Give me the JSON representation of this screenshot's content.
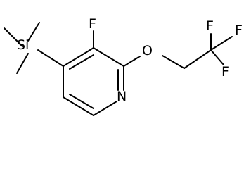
{
  "molecule": {
    "atoms": {
      "ring_fluorine": "F",
      "chain_fluorine_top": "F",
      "chain_fluorine_right": "F",
      "chain_fluorine_bottom": "F",
      "ether_oxygen": "O",
      "ring_nitrogen": "N",
      "silicon": "Si"
    }
  }
}
